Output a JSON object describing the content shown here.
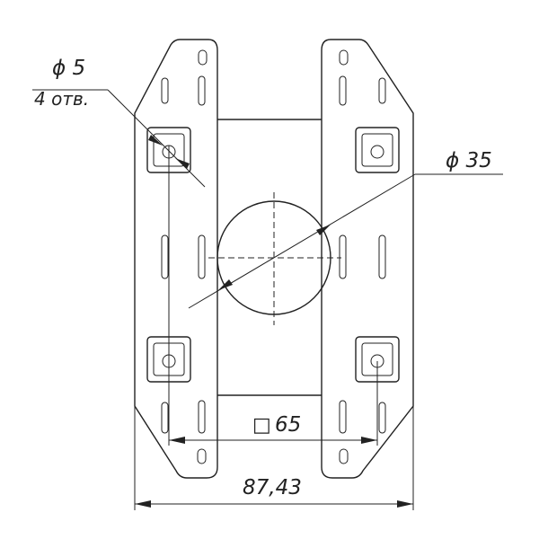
{
  "drawing": {
    "hole_diameter": "ϕ 5",
    "hole_count": "4 отв.",
    "center_hole_diameter": "ϕ 35",
    "square_symbol": "□",
    "square_size": "65",
    "overall_width": "87,43"
  }
}
